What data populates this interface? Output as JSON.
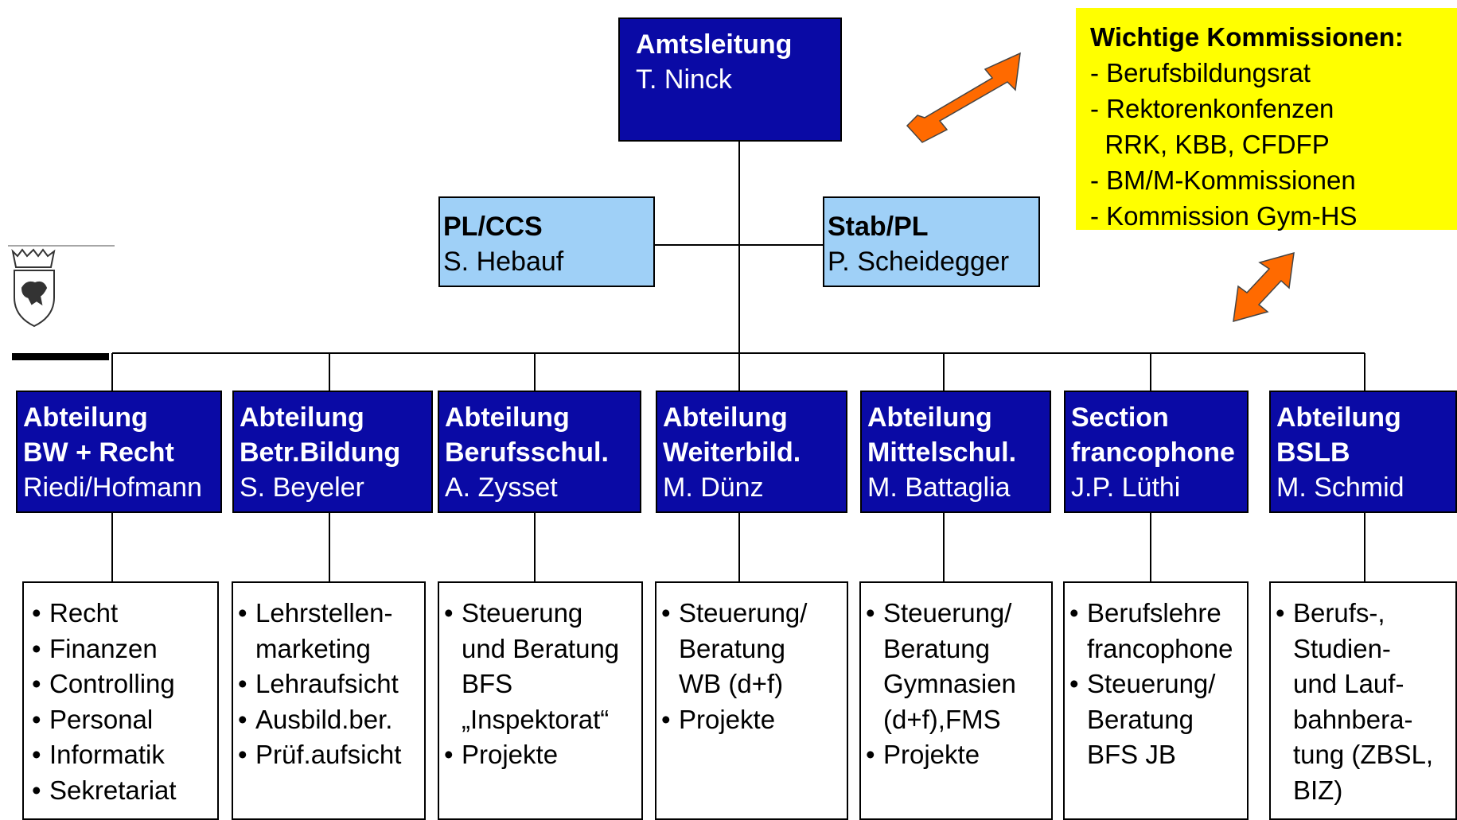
{
  "top": {
    "title": "Amtsleitung",
    "name": "T. Ninck"
  },
  "staff": [
    {
      "title": "PL/CCS",
      "name": "S. Hebauf"
    },
    {
      "title": "Stab/PL",
      "name": "P. Scheidegger"
    }
  ],
  "commissions": {
    "heading": "Wichtige Kommissionen:",
    "items": [
      "- Berufsbildungsrat",
      "- Rektorenkonfenzen",
      "  RRK, KBB, CFDFP",
      "- BM/M-Kommissionen",
      "- Kommission Gym-HS"
    ]
  },
  "departments": [
    {
      "title1": "Abteilung",
      "title2": "BW + Recht",
      "name": "Riedi/Hofmann",
      "tasks": [
        {
          "b": true,
          "t": "Recht"
        },
        {
          "b": true,
          "t": "Finanzen"
        },
        {
          "b": true,
          "t": "Controlling"
        },
        {
          "b": true,
          "t": "Personal"
        },
        {
          "b": true,
          "t": "Informatik"
        },
        {
          "b": true,
          "t": "Sekretariat"
        }
      ]
    },
    {
      "title1": "Abteilung",
      "title2": "Betr.Bildung",
      "name": "S. Beyeler",
      "tasks": [
        {
          "b": true,
          "t": "Lehrstellen-"
        },
        {
          "b": false,
          "t": "marketing"
        },
        {
          "b": true,
          "t": "Lehraufsicht"
        },
        {
          "b": true,
          "t": "Ausbild.ber."
        },
        {
          "b": true,
          "t": "Prüf.aufsicht"
        }
      ]
    },
    {
      "title1": "Abteilung",
      "title2": "Berufsschul.",
      "name": "A. Zysset",
      "tasks": [
        {
          "b": true,
          "t": "Steuerung"
        },
        {
          "b": false,
          "t": "und Beratung"
        },
        {
          "b": false,
          "t": "BFS"
        },
        {
          "b": false,
          "t": "„Inspektorat“"
        },
        {
          "b": true,
          "t": "Projekte"
        }
      ]
    },
    {
      "title1": "Abteilung",
      "title2": "Weiterbild.",
      "name": "M. Dünz",
      "tasks": [
        {
          "b": true,
          "t": "Steuerung/"
        },
        {
          "b": false,
          "t": "Beratung"
        },
        {
          "b": false,
          "t": "WB (d+f)"
        },
        {
          "b": true,
          "t": "Projekte"
        }
      ]
    },
    {
      "title1": "Abteilung",
      "title2": "Mittelschul.",
      "name": "M. Battaglia",
      "tasks": [
        {
          "b": true,
          "t": "Steuerung/"
        },
        {
          "b": false,
          "t": "Beratung"
        },
        {
          "b": false,
          "t": "Gymnasien"
        },
        {
          "b": false,
          "t": "(d+f),FMS"
        },
        {
          "b": true,
          "t": "Projekte"
        }
      ]
    },
    {
      "title1": "Section",
      "title2": "francophone",
      "name": "J.P. Lüthi",
      "tasks": [
        {
          "b": true,
          "t": "Berufslehre"
        },
        {
          "b": false,
          "t": "francophone"
        },
        {
          "b": true,
          "t": "Steuerung/"
        },
        {
          "b": false,
          "t": "Beratung"
        },
        {
          "b": false,
          "t": "BFS JB"
        }
      ]
    },
    {
      "title1": "Abteilung",
      "title2": "BSLB",
      "name": "M. Schmid",
      "tasks": [
        {
          "b": true,
          "t": "Berufs-,"
        },
        {
          "b": false,
          "t": "Studien-"
        },
        {
          "b": false,
          "t": "und Lauf-"
        },
        {
          "b": false,
          "t": "bahnbera-"
        },
        {
          "b": false,
          "t": "tung (ZBSL,"
        },
        {
          "b": false,
          "t": "BIZ)"
        }
      ]
    }
  ],
  "bullet": "•",
  "colors": {
    "dark_box": "#0a0aa5",
    "light_box": "#9fd0f7",
    "note": "#ffff00",
    "arrow": "#ff6a00"
  }
}
